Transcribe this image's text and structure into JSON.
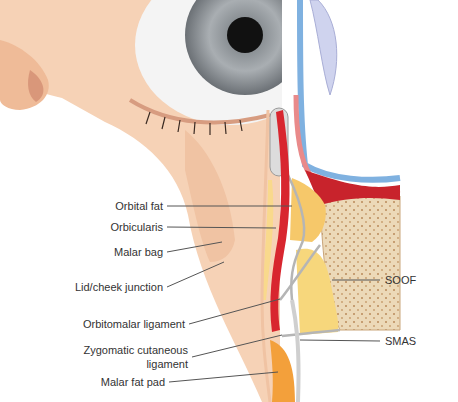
{
  "diagram": {
    "labels": [
      "Orbital fat",
      "Orbicularis",
      "Malar bag",
      "Lid/cheek junction",
      "Orbitomalar ligament",
      "Zygomatic cutaneous ligament",
      "Malar fat pad",
      "SOOF",
      "SMAS"
    ]
  }
}
